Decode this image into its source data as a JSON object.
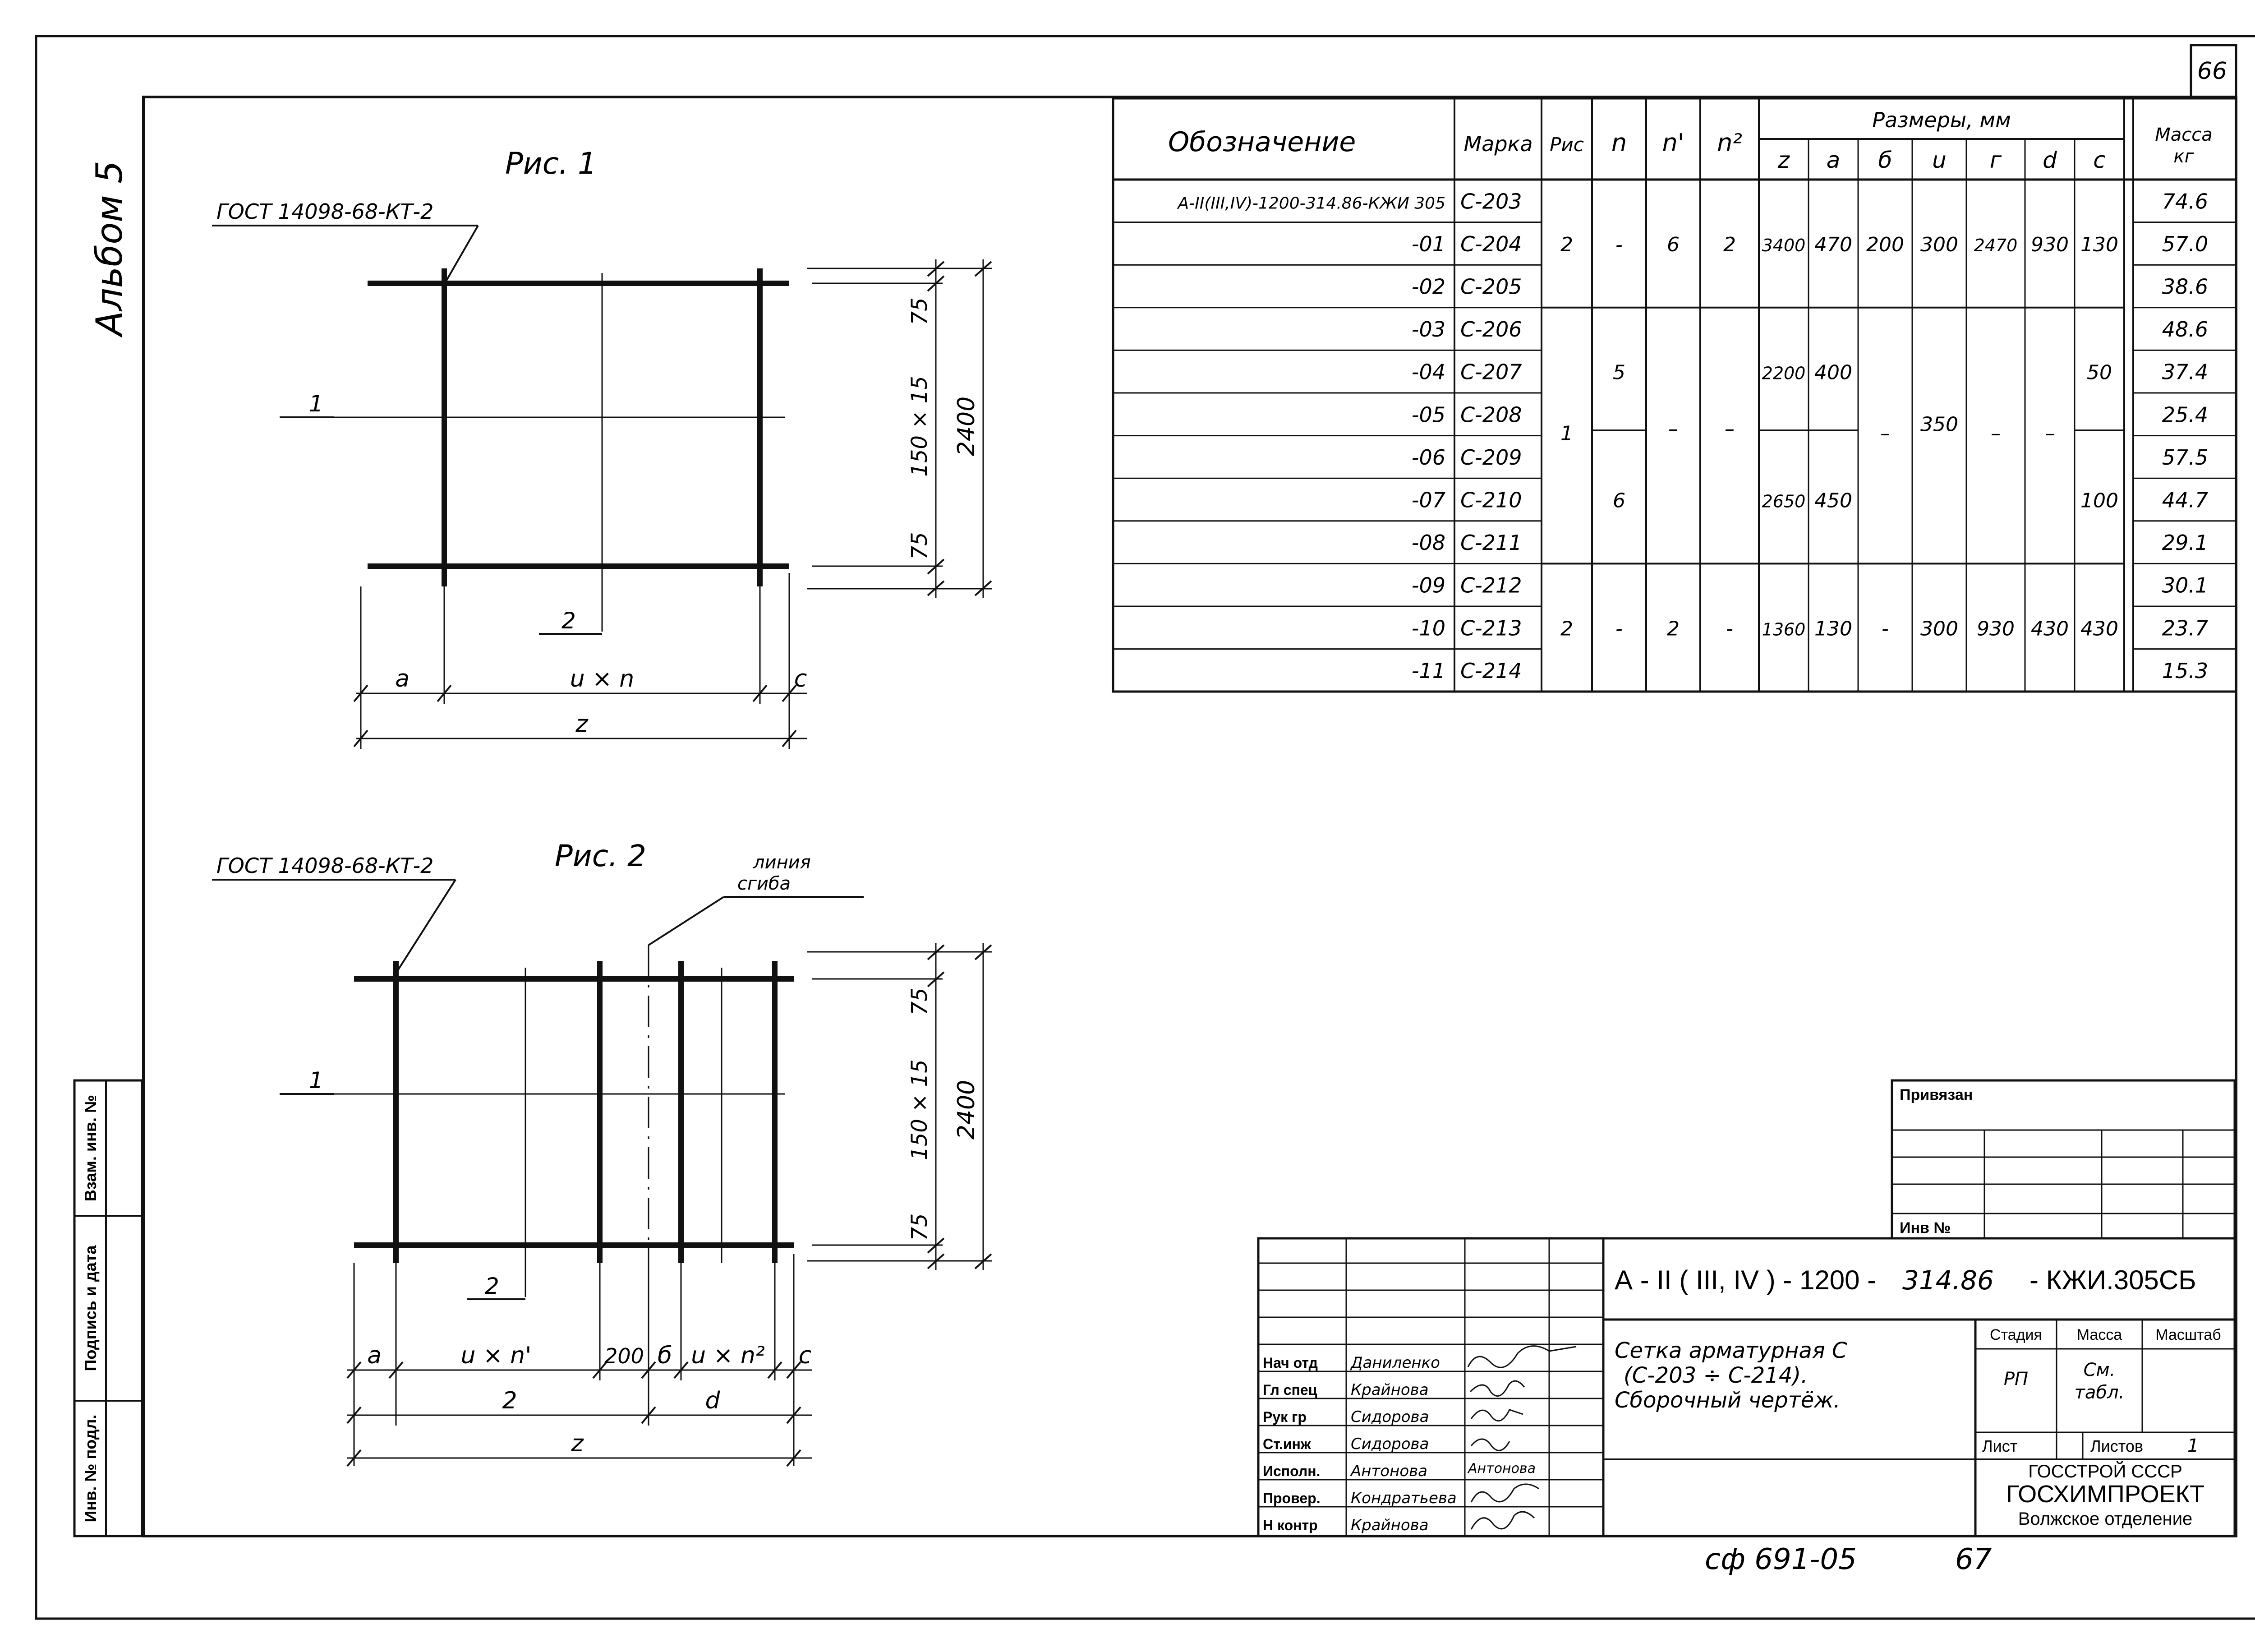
{
  "sheet_number": "66",
  "album": "Альбом 5",
  "fig1": {
    "title": "Рис. 1",
    "gost": "ГОСТ 14098-68-КТ-2",
    "label_1": "1",
    "label_2": "2",
    "dim_a": "a",
    "dim_un": "u × n",
    "dim_c": "c",
    "dim_z": "z",
    "dim_75_top": "75",
    "dim_150": "150 × 15",
    "dim_75_bot": "75",
    "dim_2400": "2400"
  },
  "fig2": {
    "title": "Рис. 2",
    "gost": "ГОСТ 14098-68-КТ-2",
    "bend_line_1": "линия",
    "bend_line_2": "сгиба",
    "label_1": "1",
    "label_2": "2",
    "dim_a": "a",
    "dim_un1": "u × n'",
    "dim_200": "200",
    "dim_b": "б",
    "dim_un2": "u × n²",
    "dim_c": "c",
    "dim_2": "2",
    "dim_d": "d",
    "dim_z": "z",
    "dim_75_top": "75",
    "dim_150": "150 × 15",
    "dim_75_bot": "75",
    "dim_2400": "2400"
  },
  "spec_table": {
    "headers": {
      "designation": "Обозначение",
      "mark": "Марка",
      "fig": "Рис",
      "n": "n",
      "n1": "n'",
      "n2": "n²",
      "sizes": "Размеры, мм",
      "z": "z",
      "a": "a",
      "b": "б",
      "u": "u",
      "g": "г",
      "d": "d",
      "c": "c",
      "mass_1": "Масса",
      "mass_2": "кг"
    },
    "designations": [
      "А-II(III,IV)-1200-314.86-КЖИ 305",
      "-01",
      "-02",
      "-03",
      "-04",
      "-05",
      "-06",
      "-07",
      "-08",
      "-09",
      "-10",
      "-11"
    ],
    "marks": [
      "С-203",
      "С-204",
      "С-205",
      "С-206",
      "С-207",
      "С-208",
      "С-209",
      "С-210",
      "С-211",
      "С-212",
      "С-213",
      "С-214"
    ],
    "masses": [
      "74.6",
      "57.0",
      "38.6",
      "48.6",
      "37.4",
      "25.4",
      "57.5",
      "44.7",
      "29.1",
      "30.1",
      "23.7",
      "15.3"
    ],
    "group1": {
      "fig": "2",
      "n": "-",
      "n1": "6",
      "n2": "2",
      "z": "3400",
      "a": "470",
      "b": "200",
      "u": "300",
      "g": "2470",
      "d": "930",
      "c": "130"
    },
    "group2": {
      "fig": "1",
      "n_a": "5",
      "n_b": "6",
      "n1": "–",
      "n2": "–",
      "z_a": "2200",
      "a_a": "400",
      "z_b": "2650",
      "a_b": "450",
      "b": "–",
      "u": "350",
      "g": "–",
      "d": "–",
      "c_a": "50",
      "c_b": "100"
    },
    "group3": {
      "fig": "2",
      "n": "-",
      "n1": "2",
      "n2": "-",
      "z": "1360",
      "a": "130",
      "b": "-",
      "u": "300",
      "g": "930",
      "d": "430",
      "c": "430"
    }
  },
  "stamp": {
    "bound": "Привязан",
    "inv_no": "Инв №",
    "code_prefix": "А - II ( III, IV ) - 1200 -",
    "code_mid": "314.86",
    "code_suffix": "- КЖИ.305СБ",
    "title_1": "Сетка арматурная С",
    "title_2": "(С-203 ÷ С-214).",
    "title_3": "Сборочный чертёж.",
    "stage_label": "Стадия",
    "mass_label": "Масса",
    "scale_label": "Масштаб",
    "stage_value": "РП",
    "mass_value_1": "См.",
    "mass_value_2": "табл.",
    "sheet_label": "Лист",
    "sheets_label": "Листов",
    "sheets_value": "1",
    "org_1": "ГОССТРОЙ СССР",
    "org_2": "ГОСХИМПРОЕКТ",
    "org_3": "Волжское отделение",
    "roles": [
      "Нач отд",
      "Гл спец",
      "Рук гр",
      "Ст.инж",
      "Исполн.",
      "Провер.",
      "Н контр"
    ],
    "names": [
      "Даниленко",
      "Крайнова",
      "Сидорова",
      "Сидорова",
      "Антонова",
      "Кондратьева",
      "Крайнова"
    ],
    "sign_ispoln": "Антонова"
  },
  "side_stamp": [
    "Инв. № подл.",
    "Подпись и дата",
    "Взам. инв. №"
  ],
  "footer": {
    "code": "сф 691-05",
    "num": "67"
  }
}
